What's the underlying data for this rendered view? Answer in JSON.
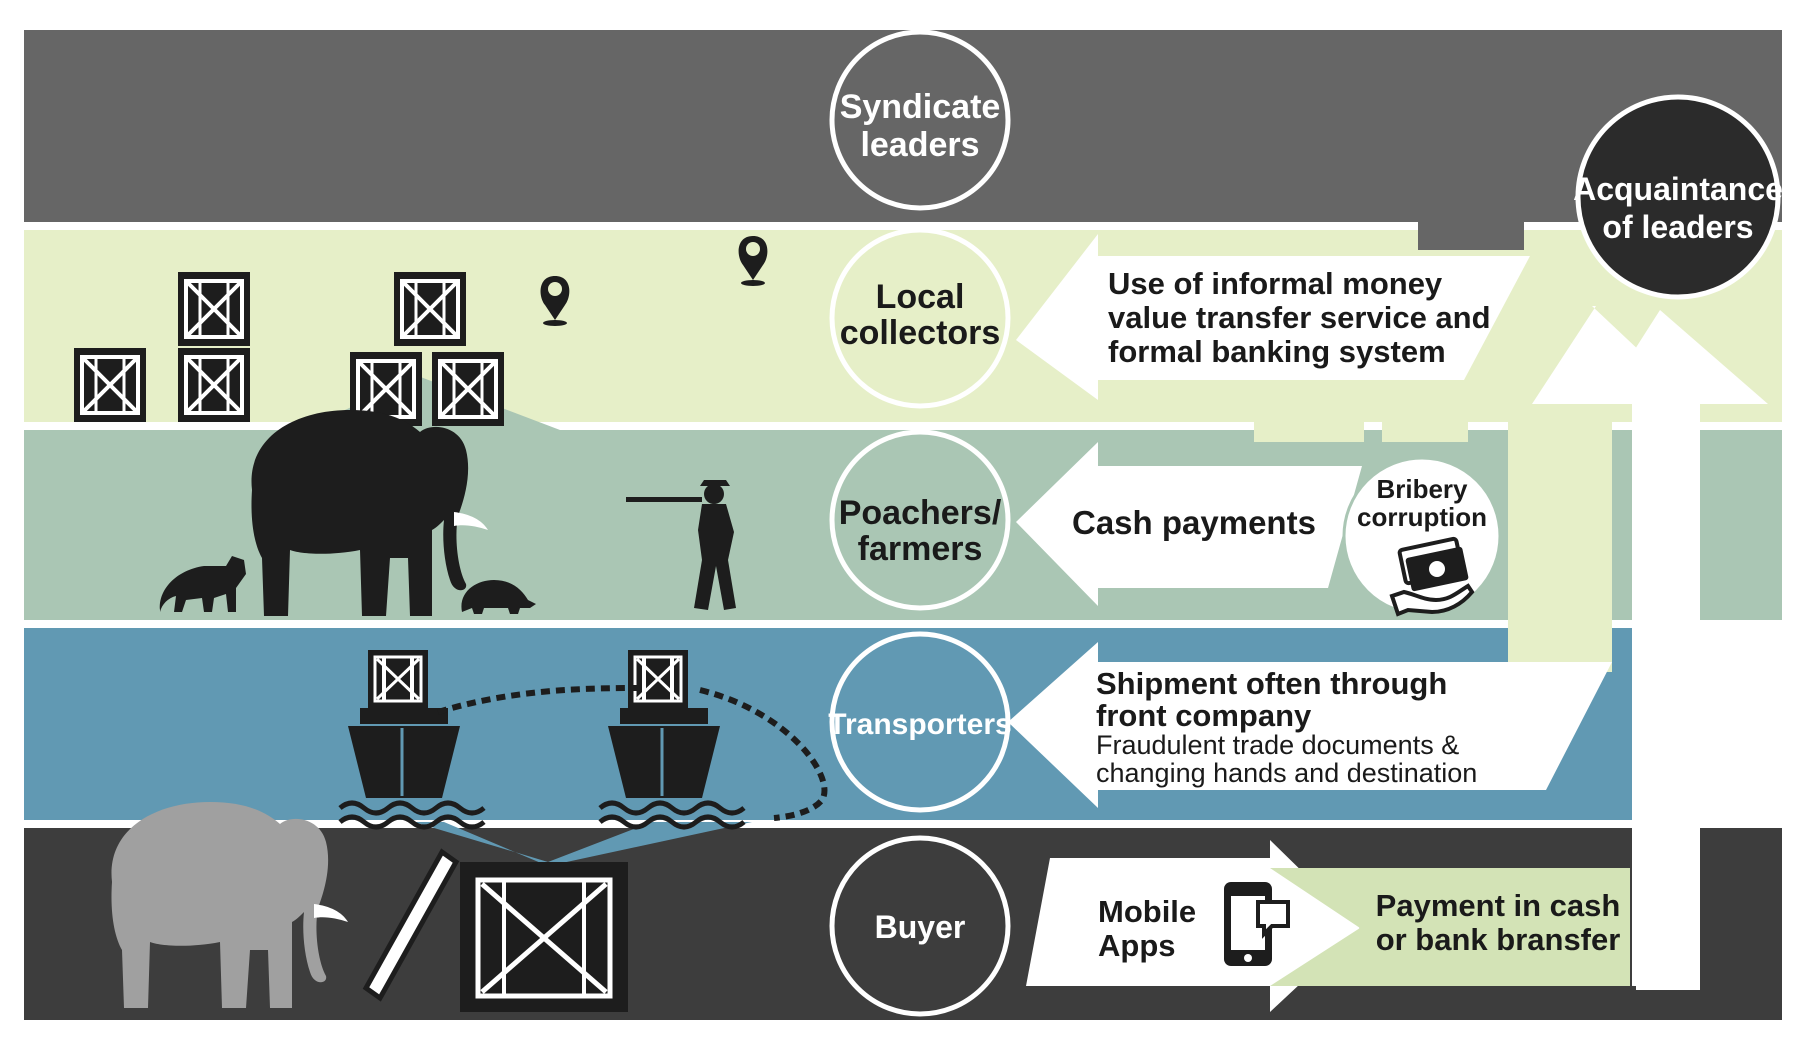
{
  "colors": {
    "syndicate_band": "#666666",
    "collectors_band": "#e6efc8",
    "poachers_band": "#aac6b4",
    "transport_band": "#6199b3",
    "buyer_band": "#3d3d3d",
    "dark_circle": "#2b2b2b",
    "light_arrow": "#d3e3b6"
  },
  "roles": {
    "syndicate": [
      "Syndicate",
      "leaders"
    ],
    "collectors": [
      "Local",
      "collectors"
    ],
    "poachers": [
      "Poachers/",
      "farmers"
    ],
    "transporters": [
      "Transporters"
    ],
    "buyer": [
      "Buyer"
    ],
    "acquaintance": [
      "Acquaintance",
      "of leaders"
    ]
  },
  "flows": {
    "money_transfer": [
      "Use of informal money",
      "value transfer service and",
      "formal banking system"
    ],
    "cash_payments": "Cash payments",
    "bribery": [
      "Bribery",
      "corruption"
    ],
    "shipment_title": [
      "Shipment often through",
      "front company"
    ],
    "shipment_detail": [
      "Fraudulent trade documents &",
      "changing hands and destination"
    ],
    "mobile_apps": [
      "Mobile",
      "Apps"
    ],
    "payment": [
      "Payment in cash",
      "or bank bransfer"
    ]
  },
  "icons": [
    "crate-icon",
    "location-pin-icon",
    "elephant-icon",
    "tiger-icon",
    "armadillo-icon",
    "hunter-icon",
    "cargo-ship-icon",
    "smartphone-icon",
    "cash-hand-icon"
  ]
}
